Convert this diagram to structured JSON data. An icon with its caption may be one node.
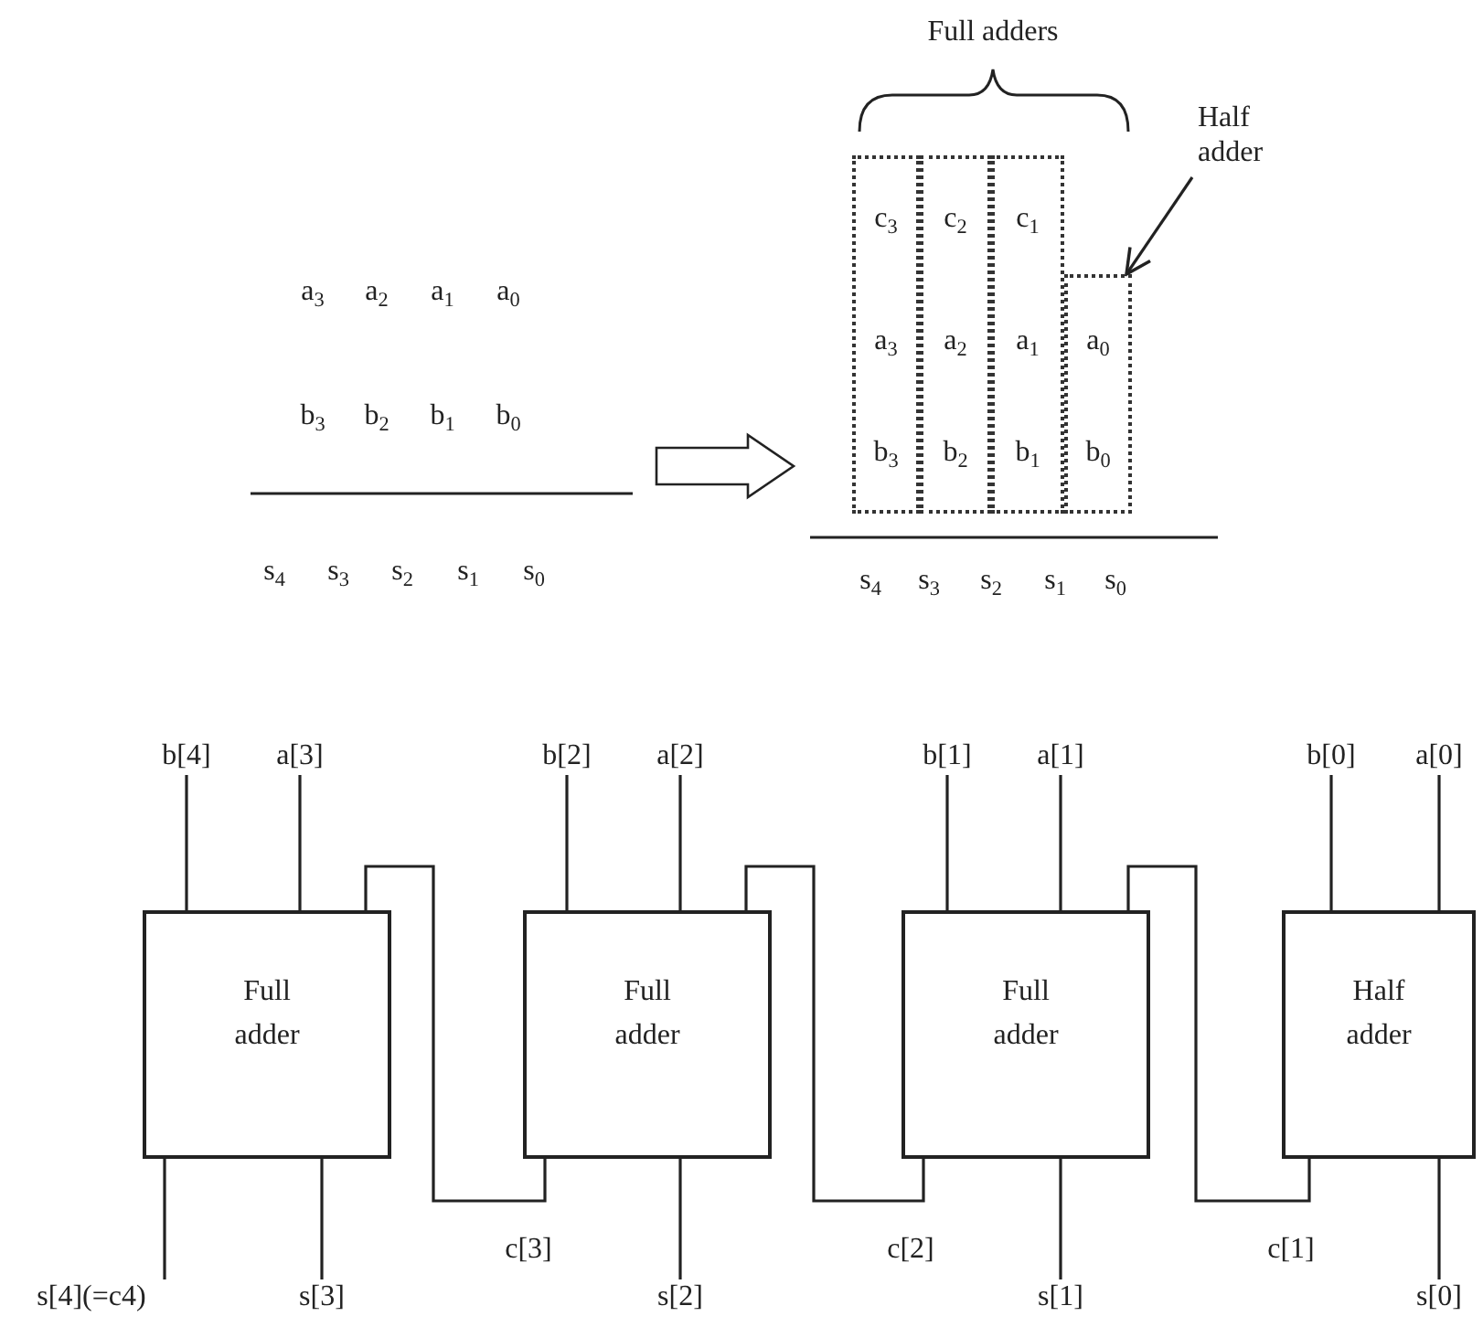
{
  "diagram": {
    "nodes": [
      {
        "text": [
          "c$_{3}$",
          "a$_{3}$",
          "b$_{3}$"
        ]
      },
      {
        "text": [
          "c$_{2}$",
          "a$_{2}$",
          "b$_{2}$"
        ]
      },
      {
        "text": [
          "c$_{1}$",
          "a$_{1}$",
          "b$_{1}$"
        ]
      },
      {
        "text": [
          "a$_{0}$",
          "b$_{0}$"
        ]
      },
      {
        "text": [
          "Half adder"
        ]
      },
      {
        "text": [
          "b[4]"
        ]
      },
      {
        "text": [
          "a[3]"
        ]
      },
      {
        "text": [
          "b[2]"
        ]
      },
      {
        "text": [
          "a[2]"
        ]
      },
      {
        "text": [
          "b[1]"
        ]
      },
      {
        "text": [
          "a[1]"
        ]
      },
      {
        "text": [
          "b[0]"
        ]
      },
      {
        "text": [
          "a[0]"
        ]
      },
      {
        "text": [
          "Full adder"
        ]
      },
      {
        "text": [
          "Full adder"
        ]
      },
      {
        "text": [
          "Full adder"
        ]
      },
      {
        "text": [
          "Half adder"
        ]
      },
      {
        "text": [
          "s[4](=c4)"
        ]
      },
      {
        "text": [
          "s[3]"
        ]
      },
      {
        "text": [
          "s[2]"
        ]
      },
      {
        "text": [
          "s[1]"
        ]
      },
      {
        "text": [
          "s[0]"
        ]
      }
    ],
    "edges": [
      {
        "from": 4,
        "to": 3,
        "arrow": "to"
      },
      {
        "from": 5,
        "to": 13,
        "arrow": "none"
      },
      {
        "from": 6,
        "to": 13,
        "arrow": "none"
      },
      {
        "from": 7,
        "to": 14,
        "arrow": "none"
      },
      {
        "from": 8,
        "to": 14,
        "arrow": "none"
      },
      {
        "from": 9,
        "to": 15,
        "arrow": "none"
      },
      {
        "from": 10,
        "to": 15,
        "arrow": "none"
      },
      {
        "from": 11,
        "to": 16,
        "arrow": "none"
      },
      {
        "from": 12,
        "to": 16,
        "arrow": "none"
      },
      {
        "from": 14,
        "to": 13,
        "label": "c[3]",
        "arrow": "none"
      },
      {
        "from": 15,
        "to": 14,
        "label": "c[2]",
        "arrow": "none"
      },
      {
        "from": 16,
        "to": 15,
        "label": "c[1]",
        "arrow": "none"
      },
      {
        "from": 13,
        "to": 17,
        "arrow": "none"
      },
      {
        "from": 13,
        "to": 18,
        "arrow": "none"
      },
      {
        "from": 14,
        "to": 19,
        "arrow": "none"
      },
      {
        "from": 15,
        "to": 20,
        "arrow": "none"
      },
      {
        "from": 16,
        "to": 21,
        "arrow": "none"
      }
    ],
    "labels": [
      "Full adders",
      "a$_{3}$",
      "a$_{2}$",
      "a$_{1}$",
      "a$_{0}$",
      "b$_{3}$",
      "b$_{2}$",
      "b$_{1}$",
      "b$_{0}$",
      "s$_{4}$",
      "s$_{3}$",
      "s$_{2}$",
      "s$_{1}$",
      "s$_{0}$",
      "s$_{4}$",
      "s$_{3}$",
      "s$_{2}$",
      "s$_{1}$",
      "s$_{0}$"
    ]
  }
}
